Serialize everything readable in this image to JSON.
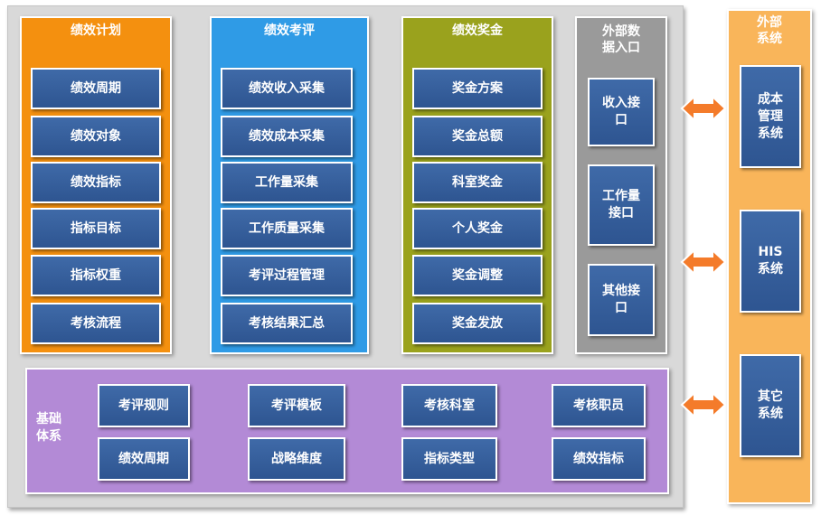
{
  "columns": {
    "plan": {
      "title": "绩效计划",
      "items": [
        "绩效周期",
        "绩效对象",
        "绩效指标",
        "指标目标",
        "指标权重",
        "考核流程"
      ]
    },
    "evaluation": {
      "title": "绩效考评",
      "items": [
        "绩效收入采集",
        "绩效成本采集",
        "工作量采集",
        "工作质量采集",
        "考评过程管理",
        "考核结果汇总"
      ]
    },
    "bonus": {
      "title": "绩效奖金",
      "items": [
        "奖金方案",
        "奖金总额",
        "科室奖金",
        "个人奖金",
        "奖金调整",
        "奖金发放"
      ]
    },
    "entry": {
      "title": "外部数\n据入口",
      "items": [
        "收入接\n口",
        "工作量\n接口",
        "其他接\n口"
      ]
    }
  },
  "foundation": {
    "title": "基础\n体系",
    "row1": [
      "考评规则",
      "考评模板",
      "考核科室",
      "考核职员"
    ],
    "row2": [
      "绩效周期",
      "战略维度",
      "指标类型",
      "绩效指标"
    ]
  },
  "external": {
    "title": "外部\n系统",
    "items": [
      "成本\n管理\n系统",
      "HIS\n系统",
      "其它\n系统"
    ]
  },
  "colors": {
    "plan": "#f4900f",
    "evaluation": "#2f9be6",
    "bonus": "#9aa21d",
    "entry": "#9a9a9a",
    "foundation": "#b38ad6",
    "external": "#f9b55a",
    "box": "#2e5591",
    "arrow": "#f47b2a"
  }
}
